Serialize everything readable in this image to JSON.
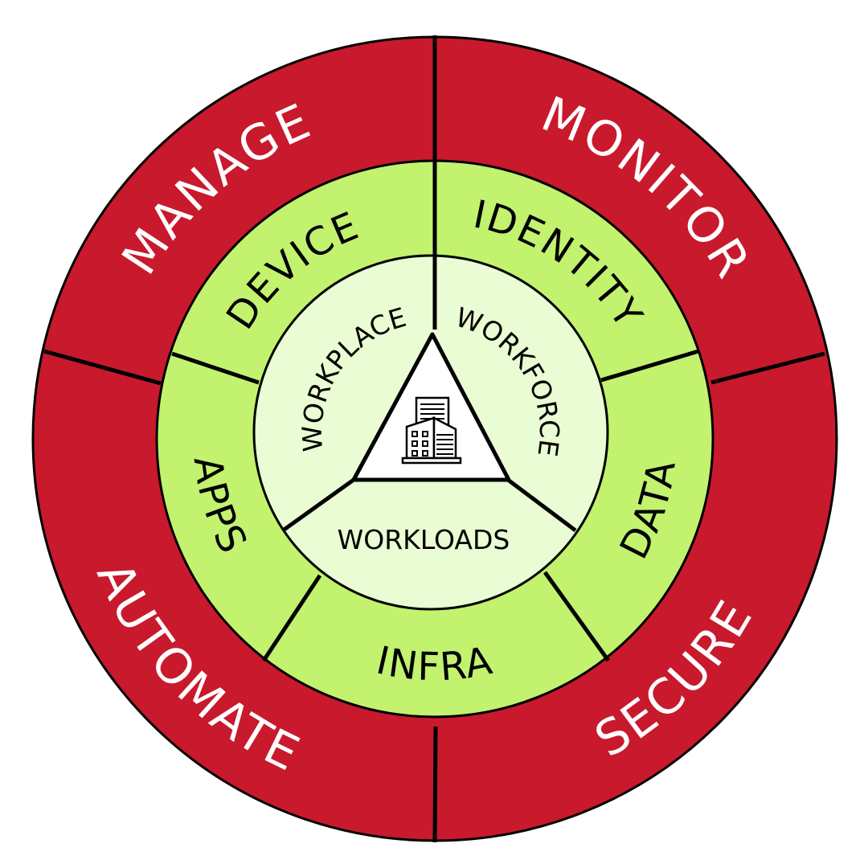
{
  "outer_ring": {
    "color": "#c8192d",
    "segments": [
      {
        "label": "MANAGE"
      },
      {
        "label": "MONITOR"
      },
      {
        "label": "SECURE"
      },
      {
        "label": "AUTOMATE"
      }
    ]
  },
  "middle_ring": {
    "color": "#c2f26e",
    "segments": [
      {
        "label": "DEVICE"
      },
      {
        "label": "IDENTITY"
      },
      {
        "label": "DATA"
      },
      {
        "label": "INFRA"
      },
      {
        "label": "APPS"
      }
    ]
  },
  "inner_circle": {
    "color": "#eafcd3",
    "segments": [
      {
        "label": "WORKPLACE"
      },
      {
        "label": "WORKFORCE"
      },
      {
        "label": "WORKLOADS"
      }
    ],
    "center_icon": "office-building-icon"
  }
}
